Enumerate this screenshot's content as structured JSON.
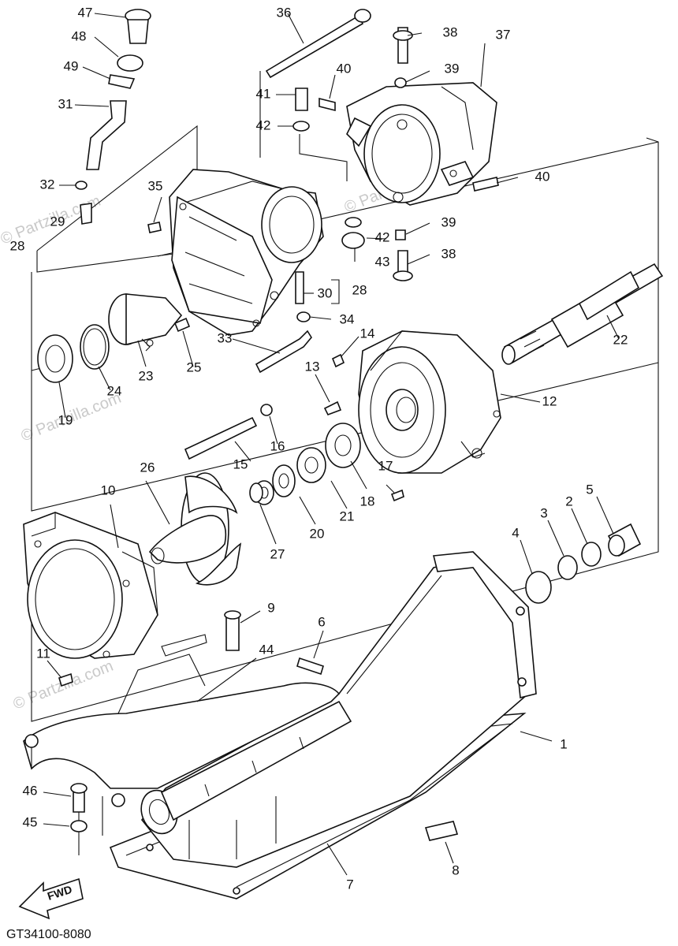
{
  "diagram": {
    "code": "GT34100-8080",
    "fwd_label": "FWD",
    "watermarks": [
      "© Partzilla.com"
    ],
    "callouts": [
      "1",
      "2",
      "3",
      "4",
      "5",
      "6",
      "7",
      "8",
      "9",
      "10",
      "11",
      "12",
      "13",
      "14",
      "15",
      "16",
      "17",
      "18",
      "19",
      "20",
      "21",
      "22",
      "23",
      "24",
      "25",
      "26",
      "27",
      "28",
      "29",
      "30",
      "31",
      "32",
      "33",
      "34",
      "35",
      "36",
      "37",
      "38",
      "39",
      "40",
      "41",
      "42",
      "43",
      "44",
      "45",
      "46",
      "47"
    ]
  }
}
